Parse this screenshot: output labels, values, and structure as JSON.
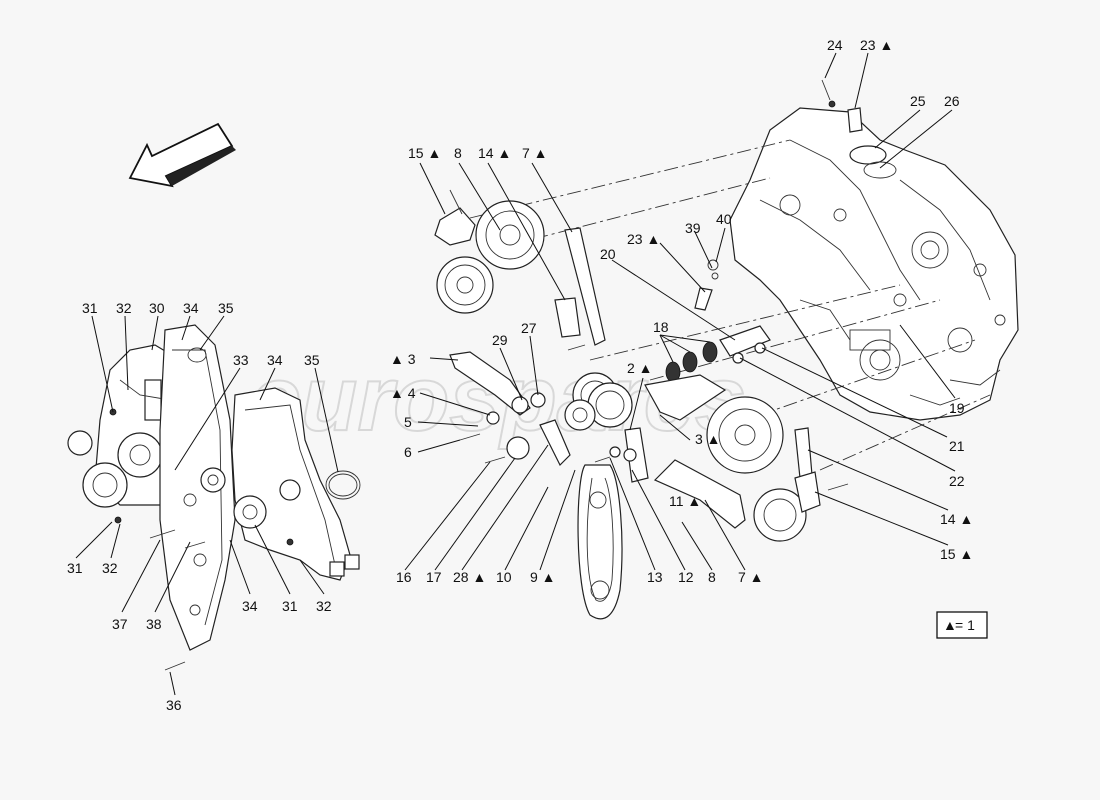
{
  "watermark": "eurospares",
  "legend": {
    "symbol": "▲",
    "text": "= 1"
  },
  "labels": {
    "l31a": "31",
    "l32a": "32",
    "l30": "30",
    "l34a": "34",
    "l35a": "35",
    "l33": "33",
    "l34b": "34",
    "l35b": "35",
    "l31b": "31",
    "l32b": "32",
    "l37": "37",
    "l38": "38",
    "l34c": "34",
    "l31c": "31",
    "l32c": "32",
    "l36": "36",
    "l15a": "15 ▲",
    "l8a": "8",
    "l14a": "14 ▲",
    "l7a": "7 ▲",
    "l24": "24",
    "l23a": "23 ▲",
    "l25": "25",
    "l26": "26",
    "l23b": "23 ▲",
    "l39": "39",
    "l40": "40",
    "l20": "20",
    "l18": "18",
    "l29": "29",
    "l27": "27",
    "l3a": "▲ 3",
    "l4": "▲ 4",
    "l5": "5",
    "l6": "6",
    "l2": "2 ▲",
    "l3b": "3 ▲",
    "l19": "19",
    "l21": "21",
    "l22": "22",
    "l14b": "14 ▲",
    "l15b": "15 ▲",
    "l11": "11 ▲",
    "l16": "16",
    "l17": "17",
    "l28": "28 ▲",
    "l10": "10",
    "l9": "9 ▲",
    "l13": "13",
    "l12": "12",
    "l8b": "8",
    "l7b": "7 ▲"
  }
}
